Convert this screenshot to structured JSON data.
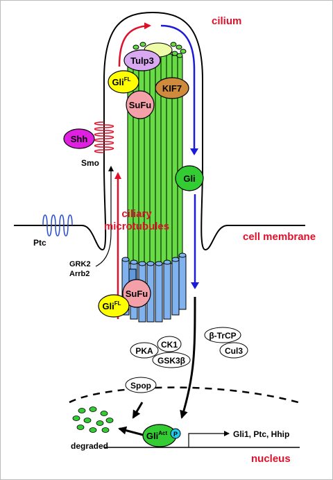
{
  "labels": {
    "cilium": "cilium",
    "ciliary_microtubules": [
      "ciliary",
      "microtubules"
    ],
    "cell_membrane": "cell membrane",
    "nucleus": "nucleus",
    "degraded": "degraded",
    "targets": "Gli1, Ptc, Hhip",
    "smo": "Smo",
    "ptc": "Ptc",
    "grk2": "GRK2",
    "arrb2": "Arrb2"
  },
  "proteins": {
    "tulp3": "Tulp3",
    "gli_fl_top": {
      "base": "Gli",
      "sup": "FL"
    },
    "kif7": "KIF7",
    "sufu_top": "SuFu",
    "shh": "Shh",
    "gli_cilium": "Gli",
    "sufu_bottom": "SuFu",
    "gli_fl_bottom": {
      "base": "Gli",
      "sup": "FL"
    },
    "pka": "PKA",
    "ck1": "CK1",
    "gsk3b": "GSK3β",
    "btrcp": "β-TrCP",
    "cul3": "Cul3",
    "spop": "Spop",
    "gli_act": {
      "base": "Gli",
      "sup": "Act"
    },
    "phospho": "P"
  },
  "colors": {
    "accent_red": "#e0102a",
    "arrow_blue": "#1a1ad8",
    "microtubule_green": "#66dd44",
    "basal_blue": "#7fb2ee",
    "tulp3": "#d8a8f0",
    "gli_yellow": "#ffff00",
    "kif7": "#d08a3c",
    "sufu_pink": "#f3a0a8",
    "shh_magenta": "#e020e0",
    "gli_green": "#33cc33",
    "phospho_cyan": "#22ccee"
  }
}
